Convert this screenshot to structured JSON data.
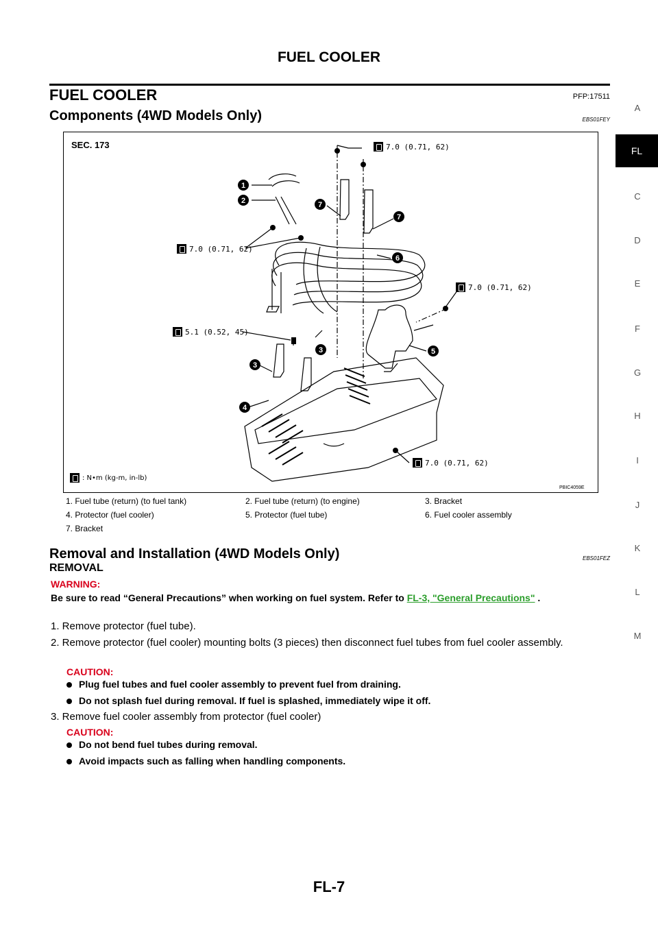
{
  "header": {
    "title": "FUEL COOLER"
  },
  "section": {
    "title": "FUEL COOLER",
    "pfp": "PFP:17511"
  },
  "components": {
    "title": "Components (4WD Models Only)",
    "code": "EBS01FEY"
  },
  "side_index": {
    "items": [
      "A",
      "FL",
      "C",
      "D",
      "E",
      "F",
      "G",
      "H",
      "I",
      "J",
      "K",
      "L",
      "M"
    ],
    "active": "FL"
  },
  "figure": {
    "sec": "SEC. 173",
    "id": "PBIC4059E",
    "legend": ": N•m (kg-m, in-lb)",
    "torques": {
      "t_top": "7.0 (0.71, 62)",
      "t_left": "7.0 (0.71, 62)",
      "t_right": "7.0 (0.71, 62)",
      "t_bolt": "5.1 (0.52, 45)",
      "t_bottom": "7.0 (0.71, 62)"
    },
    "callouts": [
      "1",
      "2",
      "7",
      "7",
      "6",
      "5",
      "3",
      "3",
      "4"
    ]
  },
  "parts": [
    "1.  Fuel tube (return) (to fuel tank)",
    "2.  Fuel tube (return) (to engine)",
    "3.  Bracket",
    "4.  Protector (fuel cooler)",
    "5.  Protector (fuel tube)",
    "6.  Fuel cooler assembly",
    "7.  Bracket"
  ],
  "removal": {
    "title": "Removal and Installation (4WD Models Only)",
    "code": "EBS01FEZ",
    "subtitle": "REMOVAL",
    "warning_label": "WARNING:",
    "warning_text": "Be sure to read “General Precautions” when working on fuel system. Refer to ",
    "warning_link": "FL-3, \"General Precautions\"",
    "warning_end": " .",
    "step1": "1.  Remove protector (fuel tube).",
    "step2": "2.  Remove protector (fuel cooler) mounting bolts (3 pieces) then disconnect fuel tubes from fuel cooler assembly.",
    "caution1_label": "CAUTION:",
    "caution1_items": [
      "Plug fuel tubes and fuel cooler assembly to prevent fuel from draining.",
      "Do not splash fuel during removal. If fuel is splashed, immediately wipe it off."
    ],
    "step3": "3.  Remove fuel cooler assembly from protector (fuel cooler)",
    "caution2_label": "CAUTION:",
    "caution2_items": [
      "Do not bend fuel tubes during removal.",
      "Avoid impacts such as falling when handling components."
    ]
  },
  "footer": {
    "page": "FL-7"
  }
}
